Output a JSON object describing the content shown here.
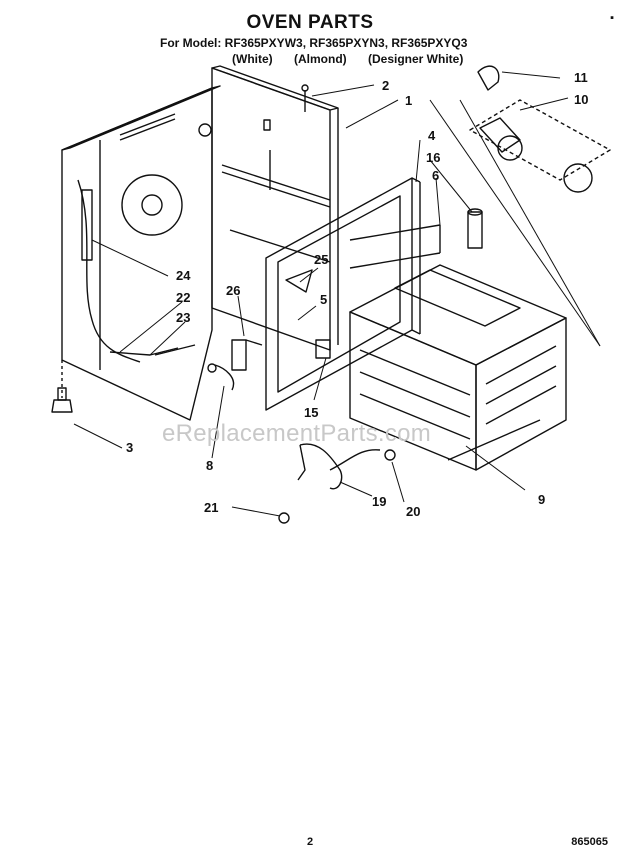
{
  "title": "OVEN PARTS",
  "corner_mark": "▪",
  "model_line": "For Model: RF365PXYW3, RF365PXYN3, RF365PXYQ3",
  "colors": [
    "(White)",
    "(Almond)",
    "(Designer White)"
  ],
  "callouts": {
    "c1": "1",
    "c2": "2",
    "c3": "3",
    "c4": "4",
    "c5": "5",
    "c6": "6",
    "c8": "8",
    "c9": "9",
    "c10": "10",
    "c11": "11",
    "c15": "15",
    "c16": "16",
    "c19": "19",
    "c20": "20",
    "c21": "21",
    "c22": "22",
    "c23": "23",
    "c24": "24",
    "c25": "25",
    "c26": "26"
  },
  "watermark": "eReplacementParts.com",
  "page_number": "2",
  "doc_code": "865065"
}
